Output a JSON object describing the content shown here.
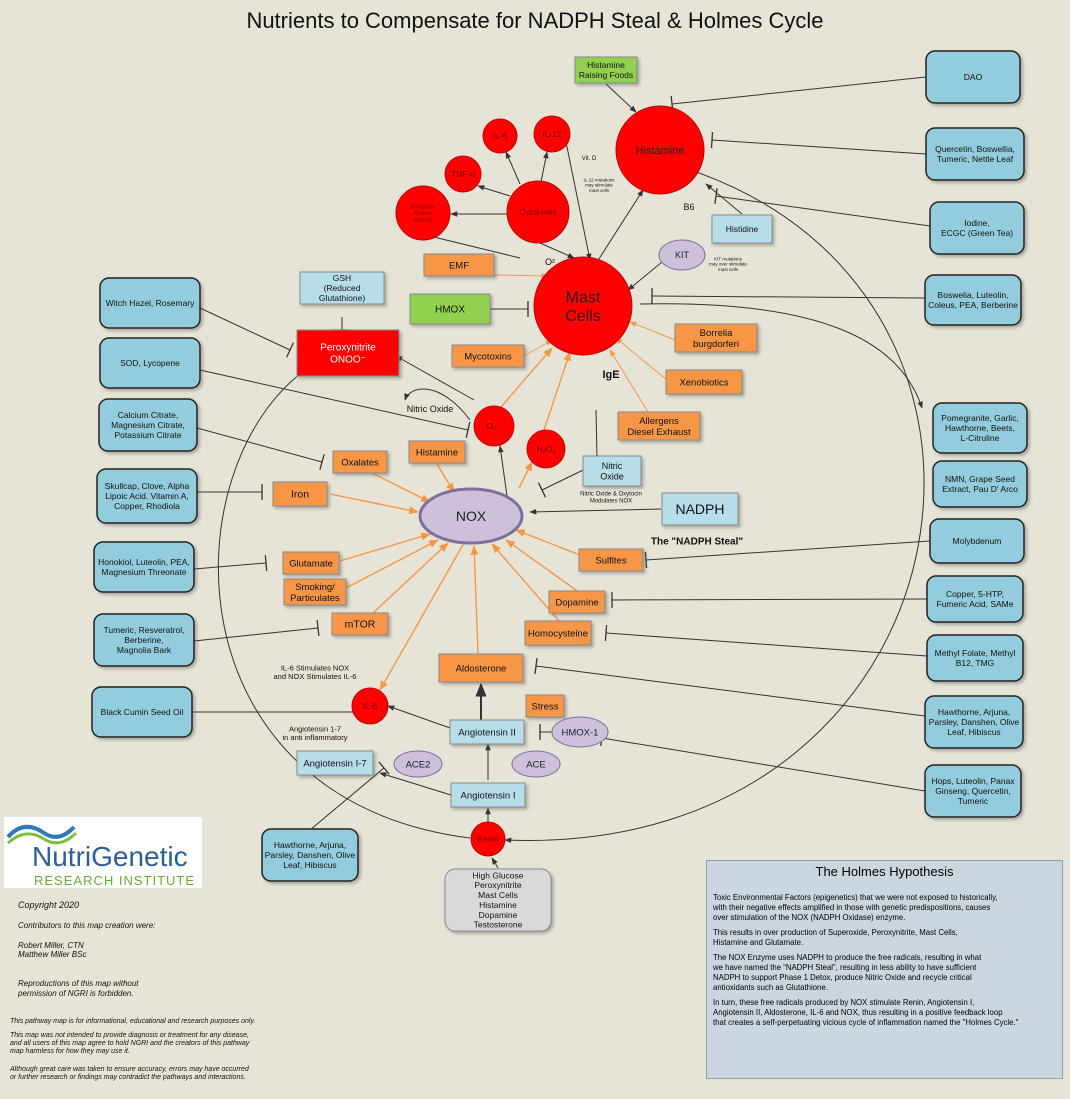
{
  "title": "Nutrients to Compensate for NADPH Steal & Holmes Cycle",
  "colors": {
    "red": "#ff0000",
    "orange": "#f79646",
    "lightblue": "#b7dde8",
    "teal": "#93cddd",
    "lavender": "#ccc0da",
    "green": "#92d050",
    "gray": "#d9d9d9",
    "arrow": "#f79646"
  },
  "nodes": {
    "hist_foods": {
      "label": "Histamine\nRaising Foods"
    },
    "histamine_big": {
      "label": "Histamine"
    },
    "b6": {
      "label": "B6"
    },
    "histidine": {
      "label": "Histidine"
    },
    "il6_top": {
      "label": "IL-6"
    },
    "il12": {
      "label": "IL-12"
    },
    "vitd": {
      "label": "Vit. D"
    },
    "il12note": {
      "label": "IL-12 mutations\nmay stimulate\nmast cells"
    },
    "tnf": {
      "label": "TNF-α"
    },
    "cytokines": {
      "label": "Cytokines"
    },
    "nfkb": {
      "label": "Immunine\nProtein\nNuclear"
    },
    "o2": {
      "label": "O²"
    },
    "kit": {
      "label": "KIT"
    },
    "kitnote": {
      "label": "KIT mutations\nmay over stimulate\nmast cells"
    },
    "mast": {
      "label": "Mast\nCells"
    },
    "emf": {
      "label": "EMF"
    },
    "hmox": {
      "label": "HMOX"
    },
    "gsh": {
      "label": "GSH\n(Reduced\nGlutathione)"
    },
    "perox": {
      "label": "Peroxynitrite\nONOO⁻"
    },
    "myco": {
      "label": "Mycotoxins"
    },
    "borrelia": {
      "label": "Borrelia\nburgdorferi"
    },
    "xeno": {
      "label": "Xenobiotics"
    },
    "ige": {
      "label": "IgE"
    },
    "allergens": {
      "label": "Allergens\nDiesel Exhaust"
    },
    "no_label": {
      "label": "Nitric Oxide"
    },
    "o2minus": {
      "label": "O₂⁻"
    },
    "h2o2": {
      "label": "H₂O₂"
    },
    "nitric": {
      "label": "Nitric\nOxide"
    },
    "nitricnote": {
      "label": "Nitric Oxide & Oxytocin\nModulates NOX"
    },
    "oxalates": {
      "label": "Oxalates"
    },
    "histamine_o": {
      "label": "Histamine"
    },
    "iron": {
      "label": "Iron"
    },
    "nox": {
      "label": "NOX"
    },
    "nadph": {
      "label": "NADPH"
    },
    "steal": {
      "label": "The \"NADPH Steal\""
    },
    "glutamate": {
      "label": "Glutamate"
    },
    "smoking": {
      "label": "Smoking/\nParticulates"
    },
    "sulfites": {
      "label": "Sulfites"
    },
    "mtor": {
      "label": "mTOR"
    },
    "dopamine": {
      "label": "Dopamine"
    },
    "homocys": {
      "label": "Homocysteine"
    },
    "il6note": {
      "label": "IL-6 Stimulates NOX\nand NOX Stimulates IL-6"
    },
    "aldo": {
      "label": "Aldosterone"
    },
    "il6_bot": {
      "label": "IL-6"
    },
    "stress": {
      "label": "Stress"
    },
    "ang17note": {
      "label": "Angiotensin 1-7\nin anti inflammatory"
    },
    "ang2": {
      "label": "Angiotensin II"
    },
    "hmox1": {
      "label": "HMOX-1"
    },
    "ang17": {
      "label": "Angiotensin I-7"
    },
    "ace2": {
      "label": "ACE2"
    },
    "ace": {
      "label": "ACE"
    },
    "ang1": {
      "label": "Angiotensin I"
    },
    "renin": {
      "label": "Renin"
    },
    "glucose": {
      "label": "High Glucose\nPeroxynitrite\nMast Cells\nHistamine\nDopamine\nTestosterone"
    },
    "n_witch": {
      "label": "Witch Hazel, Rosemary"
    },
    "n_sod": {
      "label": "SOD, Lycopene"
    },
    "n_calcium": {
      "label": "Calcium Citrate,\nMagnesium Citrate,\nPotassium Citrate"
    },
    "n_skullcap": {
      "label": "Skullcap, Clove, Alpha\nLipoic Acid. Vitamin A,\nCopper, Rhodiola"
    },
    "n_honokiol": {
      "label": "Honokiol, Luteolin, PEA,\nMagnesium Threonate"
    },
    "n_tumeric": {
      "label": "Tumeric, Resveratrol,\nBerberine,\nMagnolia Bark"
    },
    "n_cumin": {
      "label": "Black Cumin Seed Oil"
    },
    "n_hawthorn_l": {
      "label": "Hawthorne, Arjuna,\nParsley, Danshen, Olive\nLeaf, Hibiscus"
    },
    "n_dao": {
      "label": "DAO"
    },
    "n_quercetin": {
      "label": "Quercetin, Boswellia,\nTumeric, Nettle Leaf"
    },
    "n_iodine": {
      "label": "Iodine,\nECGC (Green Tea)"
    },
    "n_boswelia": {
      "label": "Boswelia, Luteolin,\nColeus, PEA, Berberine"
    },
    "n_pomegranite": {
      "label": "Pomegranite, Garlic,\nHawthorne,  Beets,\nL-Citruline"
    },
    "n_nmn": {
      "label": "NMN, Grape Seed\nExtract, Pau D' Arco"
    },
    "n_molyb": {
      "label": "Molybdenum"
    },
    "n_copper": {
      "label": "Copper, 5-HTP,\nFumeric Acid, SAMe"
    },
    "n_folate": {
      "label": "Methyl Folate, Methyl\nB12, TMG"
    },
    "n_hawthorn_r": {
      "label": "Hawthorne, Arjuna,\nParsley, Danshen, Olive\nLeaf, Hibiscus"
    },
    "n_hops": {
      "label": "Hops, Luteolin, Panax\nGinseng, Quercetin,\nTumeric"
    }
  },
  "logo": {
    "name": "NutriGenetic",
    "sub": "RESEARCH INSTITUTE"
  },
  "copyright": {
    "year": "Copyright 2020",
    "contrib": "Contributors to this map creation were:",
    "names": "Robert Miller, CTN\nMatthew Miller BSc",
    "repro": "Reproductions of this map without\npermission of NGRI is forbidden.",
    "info": "This pathway map is for informational, educational and research purposes only.",
    "disclaimer": "This map was not intended to provide diagnosis or treatment for any disease,\nand all users of this map agree to hold NGRI and the creators of this pathway\nmap harmless for how they may use it.",
    "accuracy": "Although great care was taken to ensure accuracy, errors may have occurred\nor further research or findings may contradict the pathways and interactions."
  },
  "holmes": {
    "title": "The Holmes Hypothesis",
    "p1": "Toxic Environmental Factors (epigenetics) that we were not exposed to historically,\nwith their negative effects amplified in those with genetic predispositions, causes\nover stimulation of the NOX (NADPH Oxidase) enzyme.",
    "p2": "This results in over production of Superoxide, Peroxynitrite, Mast Cells,\nHistamine and Glutamate.",
    "p3": "The NOX Enzyme uses NADPH to produce the free radicals, resulting in what\nwe have named the “NADPH Steal”, resulting in less ability to have sufficient\nNADPH to support Phase 1 Detox, produce Nitric Oxide and recycle critical\nantioxidants such as Glutathione.",
    "p4": "In turn, these free radicals produced by NOX stimulate Renin, Angiotensin I,\nAngiotensin II, Aldosterone, IL-6 and NOX, thus resulting in a positive feedback loop\nthat creates a   self-perpetuating vicious cycle of inflammation named the \"Holmes Cycle.\""
  }
}
